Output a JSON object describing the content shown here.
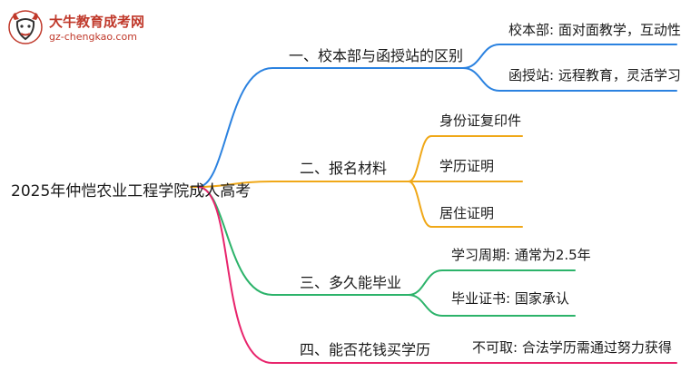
{
  "logo": {
    "title": "大牛教育成考网",
    "url": "gz-chengkao.com"
  },
  "root": {
    "label": "2025年仲恺农业工程学院成人高考"
  },
  "branches": [
    {
      "label": "一、校本部与函授站的区别",
      "color": "#2b82e0",
      "children": [
        "校本部: 面对面教学，互动性强",
        "函授站: 远程教育，灵活学习"
      ]
    },
    {
      "label": "二、报名材料",
      "color": "#f0a818",
      "children": [
        "身份证复印件",
        "学历证明",
        "居住证明"
      ]
    },
    {
      "label": "三、多久能毕业",
      "color": "#2cb36a",
      "children": [
        "学习周期: 通常为2.5年",
        "毕业证书: 国家承认"
      ]
    },
    {
      "label": "四、能否花钱买学历",
      "color": "#e8246c",
      "children": [
        "不可取: 合法学历需通过努力获得"
      ]
    }
  ]
}
